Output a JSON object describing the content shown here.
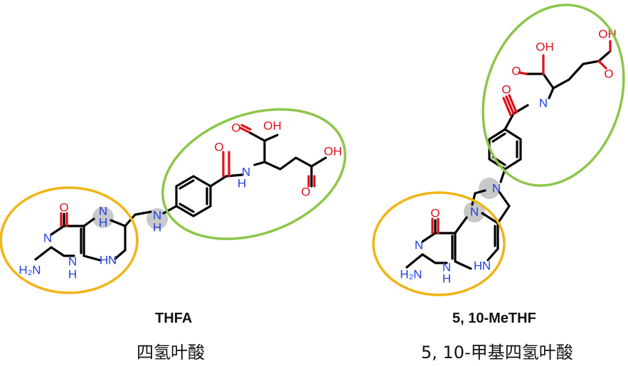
{
  "colors": {
    "pterin_ring": "#f0b415",
    "paba_glu_ring": "#8cc64a",
    "highlight": "#c8c8c8",
    "nitrogen": "#1f3fe0",
    "oxygen": "#e0101a",
    "bond": "#000000"
  },
  "molecules": [
    {
      "title": "THFA",
      "subtitle": "四氢叶酸",
      "atoms": {
        "o_keto": "O",
        "n_ring1": "N",
        "nh_ring": "H",
        "nh_top": "H",
        "n_top": "N",
        "h2n": "H₂N",
        "nh_bottom1": "N",
        "h_b1": "H",
        "nh_bottom2": "N",
        "h_b2": "H",
        "n_link": "N",
        "h_link": "H",
        "o_amide": "O",
        "n_amide": "N",
        "h_amide": "H",
        "o_acid1": "O",
        "oh_acid1": "OH",
        "o_acid2": "O",
        "oh_acid2": "OH"
      }
    },
    {
      "title": "5, 10-MeTHF",
      "subtitle": "5, 10-甲基四氢叶酸",
      "atoms": {
        "o_keto": "O",
        "n_ring1": "N",
        "n5": "N",
        "n10": "N",
        "h2n": "H₂N",
        "nh_bottom1": "N",
        "h_b1": "H",
        "nh_bottom2": "N",
        "h_b2": "H",
        "o_amide": "O",
        "n_amide": "N",
        "o_acid1": "O",
        "oh_acid1": "OH",
        "o_acid2": "O",
        "oh_acid2": "OH"
      }
    }
  ]
}
